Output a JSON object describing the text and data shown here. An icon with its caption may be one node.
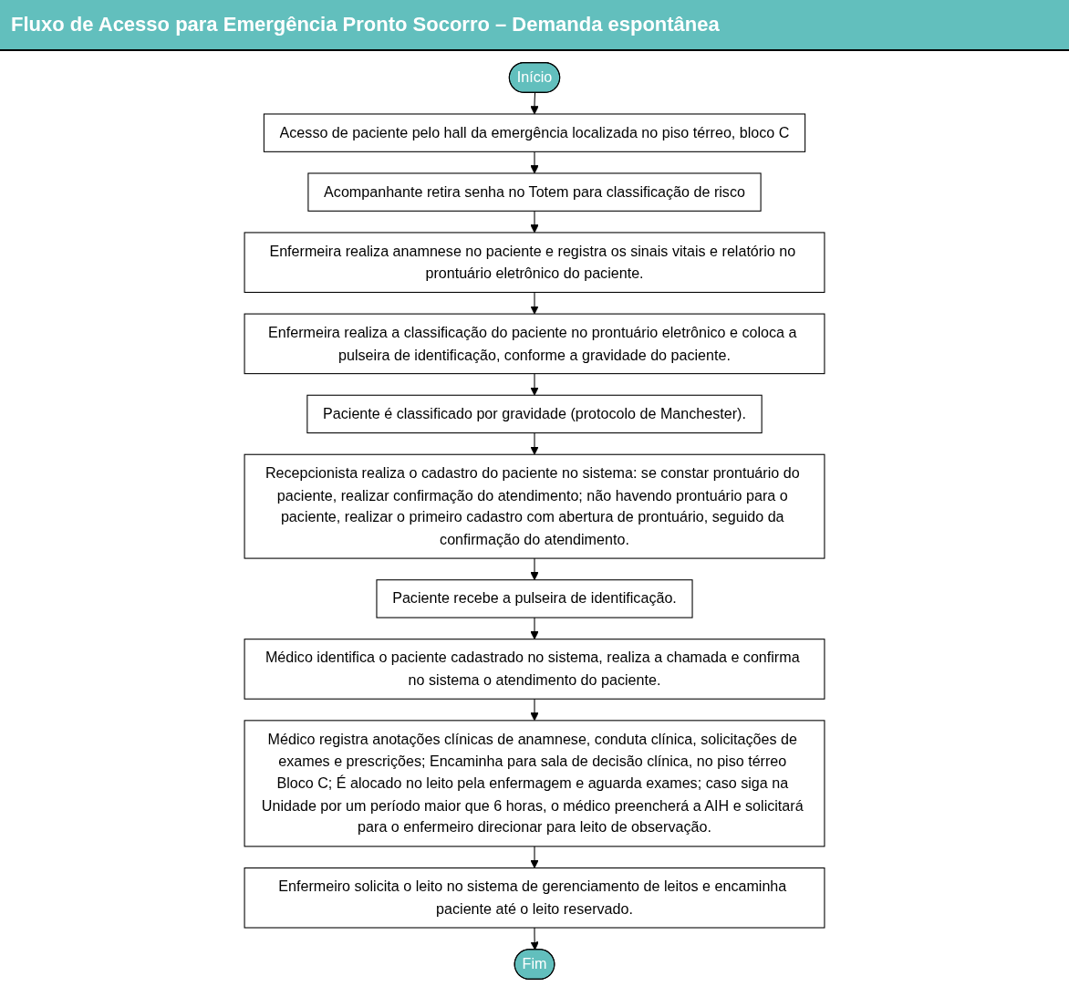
{
  "diagram": {
    "title": "Fluxo de Acesso para Emergência Pronto Socorro – Demanda espontânea",
    "nodes": [
      {
        "text": [
          "Início"
        ]
      },
      {
        "text": [
          "Acesso de paciente pelo hall da emergência localizada no piso térreo, bloco C"
        ]
      },
      {
        "text": [
          "Acompanhante retira senha no Totem para classificação de risco"
        ]
      },
      {
        "text": [
          "Enfermeira realiza anamnese no paciente e registra os sinais vitais e relatório no prontuário eletrônico do paciente."
        ]
      },
      {
        "text": [
          "Enfermeira realiza a classificação do paciente no prontuário eletrônico e coloca a pulseira de identificação, conforme a gravidade do paciente."
        ]
      },
      {
        "text": [
          "Paciente é classificado por gravidade (protocolo de Manchester)."
        ]
      },
      {
        "text": [
          "Recepcionista realiza o cadastro do paciente no sistema: se constar prontuário do paciente, realizar confirmação do atendimento; não havendo prontuário para o paciente, realizar o primeiro cadastro com abertura de prontuário, seguido da confirmação do atendimento."
        ]
      },
      {
        "text": [
          "Paciente recebe a pulseira de identificação."
        ]
      },
      {
        "text": [
          "Médico identifica o paciente cadastrado no sistema, realiza a chamada e confirma no sistema o atendimento do paciente."
        ]
      },
      {
        "text": [
          "Médico registra anotações clínicas de anamnese, conduta clínica, solicitações de exames e prescrições; Encaminha para sala de decisão clínica, no piso térreo Bloco C; É alocado no leito pela enfermagem e aguarda exames; caso siga na Unidade por um período maior que 6 horas, o médico preencherá a AIH e solicitará para o enfermeiro direcionar para leito de observação."
        ]
      },
      {
        "text": [
          "Enfermeiro solicita o leito no sistema de gerenciamento de leitos e encaminha paciente até o leito reservado."
        ]
      },
      {
        "text": [
          "Fim"
        ]
      }
    ],
    "edges": [
      {
        "from": 0,
        "to": 1,
        "arrow": "to"
      },
      {
        "from": 1,
        "to": 2,
        "arrow": "to"
      },
      {
        "from": 2,
        "to": 3,
        "arrow": "to"
      },
      {
        "from": 3,
        "to": 4,
        "arrow": "to"
      },
      {
        "from": 4,
        "to": 5,
        "arrow": "to"
      },
      {
        "from": 5,
        "to": 6,
        "arrow": "to"
      },
      {
        "from": 6,
        "to": 7,
        "arrow": "to"
      },
      {
        "from": 7,
        "to": 8,
        "arrow": "to"
      },
      {
        "from": 8,
        "to": 9,
        "arrow": "to"
      },
      {
        "from": 9,
        "to": 10,
        "arrow": "to"
      },
      {
        "from": 10,
        "to": 11,
        "arrow": "to"
      }
    ]
  }
}
